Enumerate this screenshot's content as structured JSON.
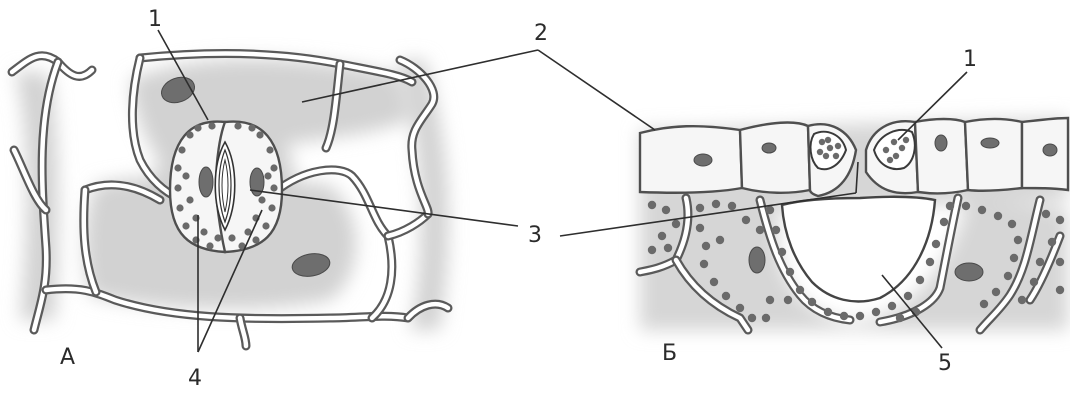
{
  "panels": [
    {
      "id": "A",
      "letter": "А"
    },
    {
      "id": "B",
      "letter": "Б"
    }
  ],
  "labels": {
    "n1_left": "1",
    "n1_right": "1",
    "n2": "2",
    "n3": "3",
    "n4": "4",
    "n5": "5"
  },
  "colors": {
    "ink": "#2e2e2e",
    "wall_shadow": "#5a5a5a",
    "chloroplast": "#6a6a6a",
    "shading": "#d4d4d4"
  }
}
